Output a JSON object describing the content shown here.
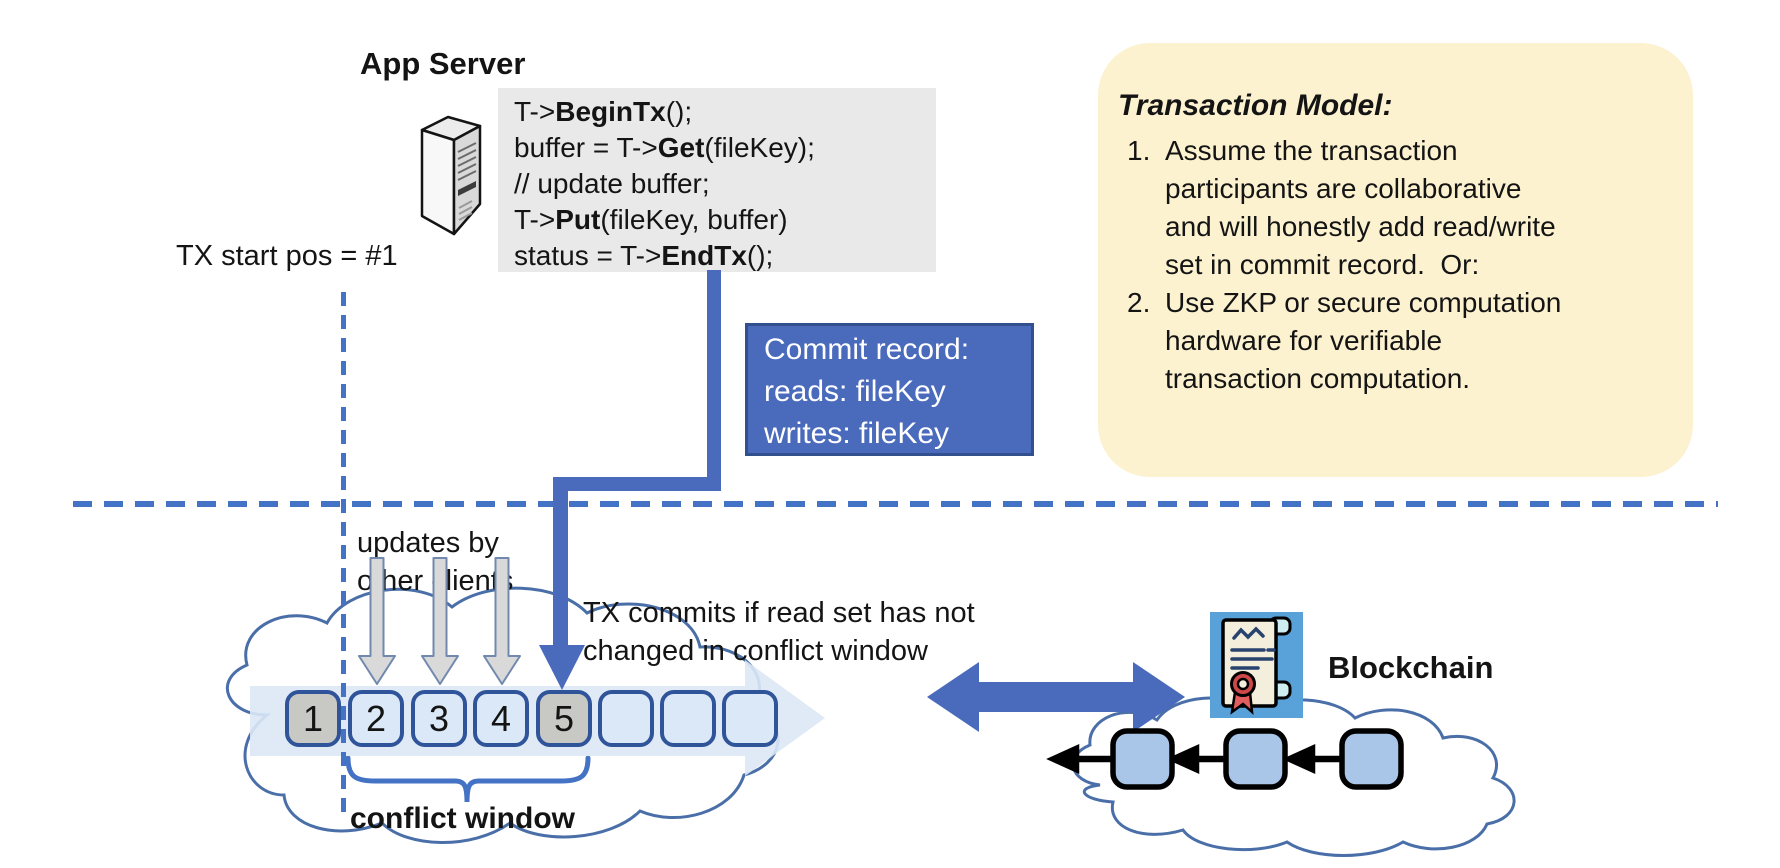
{
  "colors": {
    "accent_blue": "#4472c4",
    "connector_blue": "#4a6abc",
    "commit_box_border": "#32508e",
    "code_box_bg": "#e9e9e9",
    "note_box_bg": "#fcf2d0",
    "square_light": "#dbe8f7",
    "square_gray": "#c8c8c4",
    "square_border": "#30549a",
    "cloud_stroke": "#4a6fa8",
    "band_fill": "#dce8f5",
    "gray_arrow_fill": "#d9d9d9",
    "chain_block_fill": "#a9c6e8",
    "icon_bg_blue": "#58a2d9"
  },
  "app_server": {
    "label": "App Server",
    "icon": "server-tower-icon"
  },
  "code_block": {
    "lines": [
      {
        "pre": "T->",
        "kw": "BeginTx",
        "post": "();"
      },
      {
        "pre": "buffer = T->",
        "kw": "Get",
        "post": "(fileKey);"
      },
      {
        "pre": "// update buffer;",
        "kw": "",
        "post": ""
      },
      {
        "pre": "T->",
        "kw": "Put",
        "post": "(fileKey, buffer)"
      },
      {
        "pre": "status = T->",
        "kw": "EndTx",
        "post": "();"
      }
    ]
  },
  "tx_start": {
    "label": "TX start pos = #1"
  },
  "commit_record": {
    "lines": [
      "Commit record:",
      "reads: fileKey",
      "writes: fileKey"
    ]
  },
  "transaction_model": {
    "title": "Transaction Model:",
    "items": [
      {
        "num": "1.",
        "text": "Assume the transaction\nparticipants are collaborative\nand will honestly add read/write\nset in commit record.  Or:"
      },
      {
        "num": "2.",
        "text": "Use ZKP or secure computation\nhardware for verifiable\ntransaction computation."
      }
    ]
  },
  "updates_label": "updates by\nother clients",
  "tx_commits_label": "TX commits if read set has not\nchanged in conflict window",
  "conflict_window_label": "conflict window",
  "timeline": {
    "squares": [
      {
        "n": "1",
        "state": "gray"
      },
      {
        "n": "2",
        "state": "light"
      },
      {
        "n": "3",
        "state": "light"
      },
      {
        "n": "4",
        "state": "light"
      },
      {
        "n": "5",
        "state": "gray"
      },
      {
        "n": "",
        "state": "light"
      },
      {
        "n": "",
        "state": "light"
      },
      {
        "n": "",
        "state": "light"
      }
    ]
  },
  "blockchain": {
    "label": "Blockchain",
    "icon": "certificate-scroll-icon",
    "block_count": "3"
  }
}
